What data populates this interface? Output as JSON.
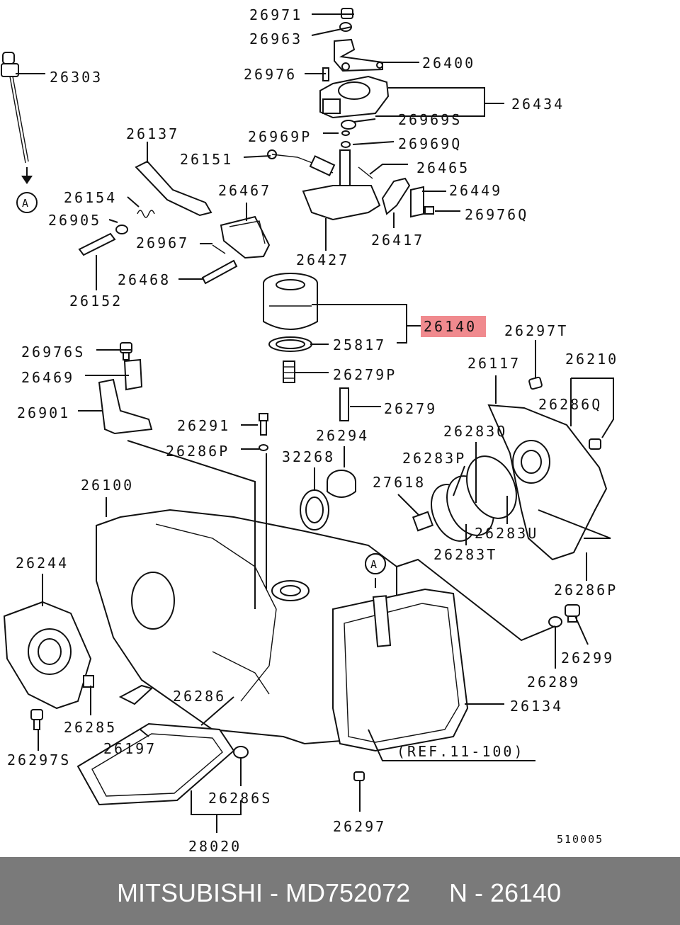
{
  "diagram": {
    "labels": {
      "p26971": "26971",
      "p26963": "26963",
      "p26400": "26400",
      "p26976": "26976",
      "p26303": "26303",
      "p26434": "26434",
      "p26969S": "26969S",
      "p26137": "26137",
      "p26969P": "26969P",
      "p26969Q": "26969Q",
      "p26151": "26151",
      "p26465": "26465",
      "p26154": "26154",
      "p26467": "26467",
      "p26449": "26449",
      "p26905": "26905",
      "p26976Q": "26976Q",
      "p26417": "26417",
      "p26967": "26967",
      "p26427": "26427",
      "p26468": "26468",
      "p26152": "26152",
      "p26140": "26140",
      "p25817": "25817",
      "p26297T": "26297T",
      "p26976S": "26976S",
      "p26279P": "26279P",
      "p26117": "26117",
      "p26210": "26210",
      "p26469": "26469",
      "p26286Q": "26286Q",
      "p26279": "26279",
      "p26901": "26901",
      "p26291": "26291",
      "p26294": "26294",
      "p26283Q": "26283Q",
      "p26286P_a": "26286P",
      "p32268": "32268",
      "p26283P": "26283P",
      "p27618": "27618",
      "p26100": "26100",
      "p26283U": "26283U",
      "p26283T": "26283T",
      "p26244": "26244",
      "p26286P_b": "26286P",
      "p26299": "26299",
      "p26289": "26289",
      "p26286": "26286",
      "p26134": "26134",
      "p26285": "26285",
      "p26197": "26197",
      "p26297S": "26297S",
      "ref": "(REF.11-100)",
      "p26286S": "26286S",
      "p26297": "26297",
      "p28020": "28020",
      "callout_a1": "A",
      "callout_a2": "A",
      "code": "510005"
    }
  },
  "footer": {
    "brand_part": "MITSUBISHI - MD752072",
    "ref": "N - 26140"
  },
  "colors": {
    "highlight": "#f08a8e",
    "footer_bg": "#7a7a7a"
  }
}
